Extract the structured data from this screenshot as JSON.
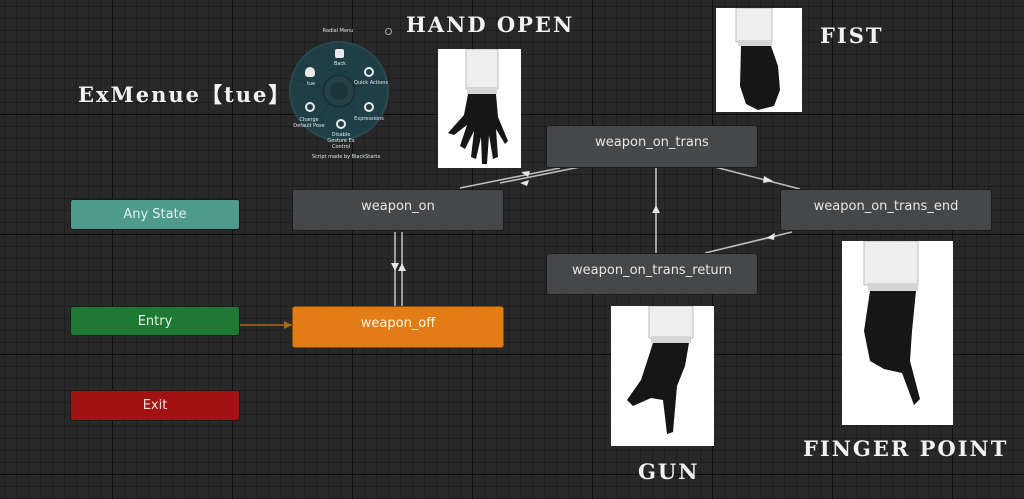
{
  "labels": {
    "exmenu": "ExMenue【tue】",
    "hand_open": "HAND OPEN",
    "fist": "FIST",
    "gun": "GUN",
    "finger_point": "FINGER POINT"
  },
  "states": {
    "any_state": "Any State",
    "entry": "Entry",
    "exit": "Exit",
    "weapon_on": "weapon_on",
    "weapon_off": "weapon_off",
    "weapon_on_trans": "weapon_on_trans",
    "weapon_on_trans_end": "weapon_on_trans_end",
    "weapon_on_trans_return": "weapon_on_trans_return"
  },
  "radial_menu": {
    "title": "Radial Menu",
    "center_item": "Back",
    "items": [
      "tue",
      "Quick Actions",
      "Expressions",
      "Disable Gesture Ex Control",
      "Change Default Pose"
    ],
    "footer": "Script made by BlackStartx"
  },
  "colors": {
    "any_state": "#4e9a8d",
    "entry": "#1e7a32",
    "exit": "#a21212",
    "default_state": "#e17d14",
    "state": "#464749"
  },
  "icons": [
    "back-icon",
    "gear-icon",
    "smile-icon",
    "hand-icon",
    "pose-icon"
  ]
}
